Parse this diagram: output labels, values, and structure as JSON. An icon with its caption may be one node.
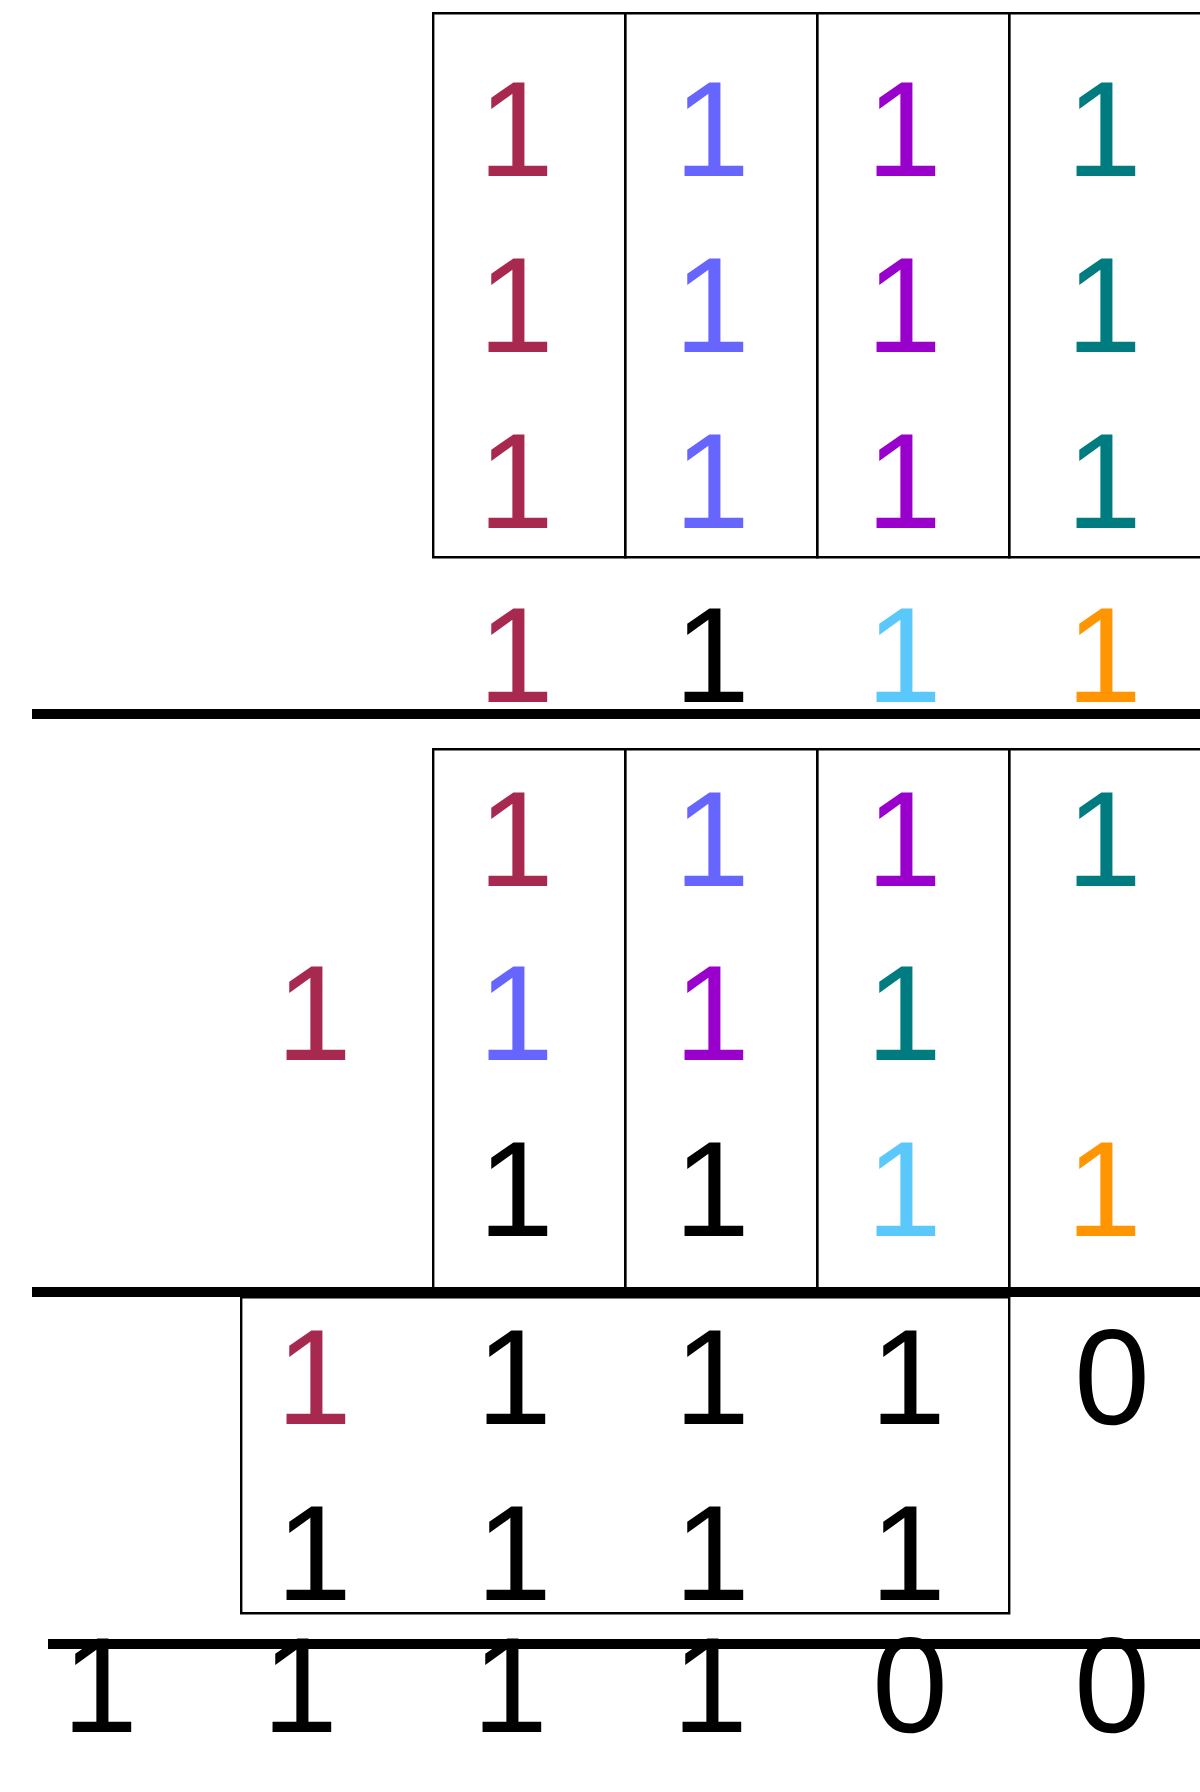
{
  "diagram": {
    "nodes": [
      {
        "text": [
          "1",
          "1",
          "1"
        ]
      },
      {
        "text": [
          "1",
          "1",
          "1"
        ]
      },
      {
        "text": [
          "1",
          "1",
          "1"
        ]
      },
      {
        "text": [
          "1",
          "1",
          "1"
        ]
      },
      {
        "text": [
          "1",
          "1",
          "1"
        ]
      },
      {
        "text": [
          "1",
          "1",
          "1"
        ]
      },
      {
        "text": [
          "1",
          "1",
          "1"
        ]
      },
      {
        "text": [
          "1",
          "1"
        ]
      },
      {
        "text": [
          "1",
          "1",
          "1",
          "1",
          "1",
          "1",
          "1",
          "1"
        ]
      }
    ],
    "labels": [
      "1",
      "1",
      "1",
      "1",
      "1",
      "0",
      "1",
      "1",
      "1",
      "1",
      "0",
      "0"
    ]
  }
}
